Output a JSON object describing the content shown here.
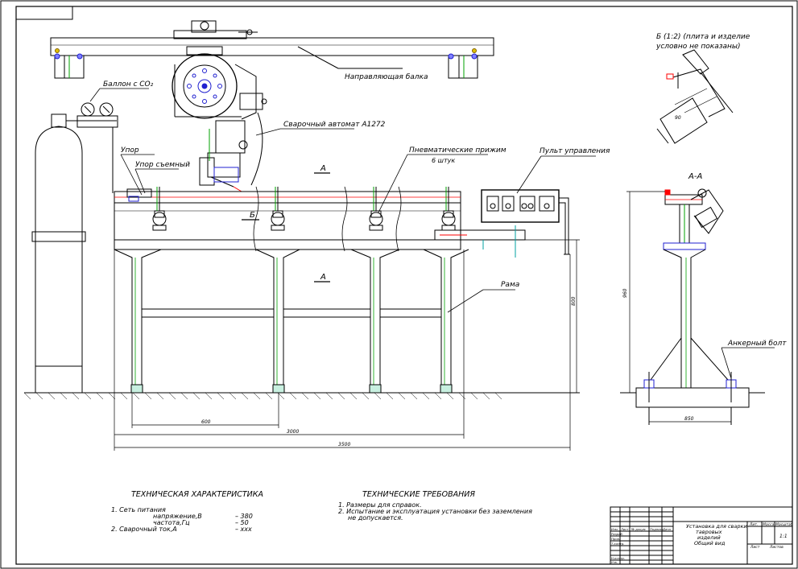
{
  "callouts": {
    "guide_beam": "Направляющая балка",
    "co2_cylinder": "Баллон с CO₂",
    "welding_unit": "Сварочный автомат А1272",
    "stop": "Упор",
    "removable_stop": "Упор съемный",
    "pneumatic_clamps": "Пневматические прижим",
    "clamps_count": "6 штук",
    "control_panel": "Пульт управления",
    "frame": "Рама",
    "anchor_bolt": "Анкерный болт"
  },
  "views": {
    "section_mark_a": "А",
    "view_mark_b": "Б",
    "section_title": "А-А",
    "view_title": "Б (1:2) (плита и изделие",
    "view_note": "условно не показаны)"
  },
  "dimensions": {
    "d_600": "600",
    "d_3000": "3000",
    "d_3500": "3500",
    "d_960": "960",
    "d_850": "850",
    "d_800": "800",
    "d_90": "90"
  },
  "tech_char": {
    "title": "ТЕХНИЧЕСКАЯ ХАРАКТЕРИСТИКА",
    "l1": "1.  Сеть питания",
    "l1a": "напряжение,В",
    "l1a_v": "– 380",
    "l1b": "частота,Гц",
    "l1b_v": "– 50",
    "l2": "2.  Сварочный ток,А",
    "l2_v": "– ххх"
  },
  "tech_req": {
    "title": "ТЕХНИЧЕСКИЕ ТРЕБОВАНИЯ",
    "l1": "1.  Размеры для справок.",
    "l2": "2.  Испытание и эксплуатация установки без заземления",
    "l2b": "не допускается."
  },
  "title_block": {
    "name1": "Установка для сварки",
    "name2": "тавровых",
    "name3": "изделий",
    "name4": "Общий вид",
    "lit": "Лит.",
    "mass": "Масса",
    "scale": "Масштаб",
    "scale_val": "1:1",
    "sheet": "Лист",
    "sheets": "Листов",
    "izm": "Изм.",
    "list": "Лист",
    "doc": "№ докум.",
    "sign": "Подпись",
    "date": "Дата",
    "razrab": "Разраб.",
    "prov": "Пров.",
    "tkontr": "Т.контр.",
    "nkontr": "Н.контр.",
    "utv": "Утв."
  }
}
